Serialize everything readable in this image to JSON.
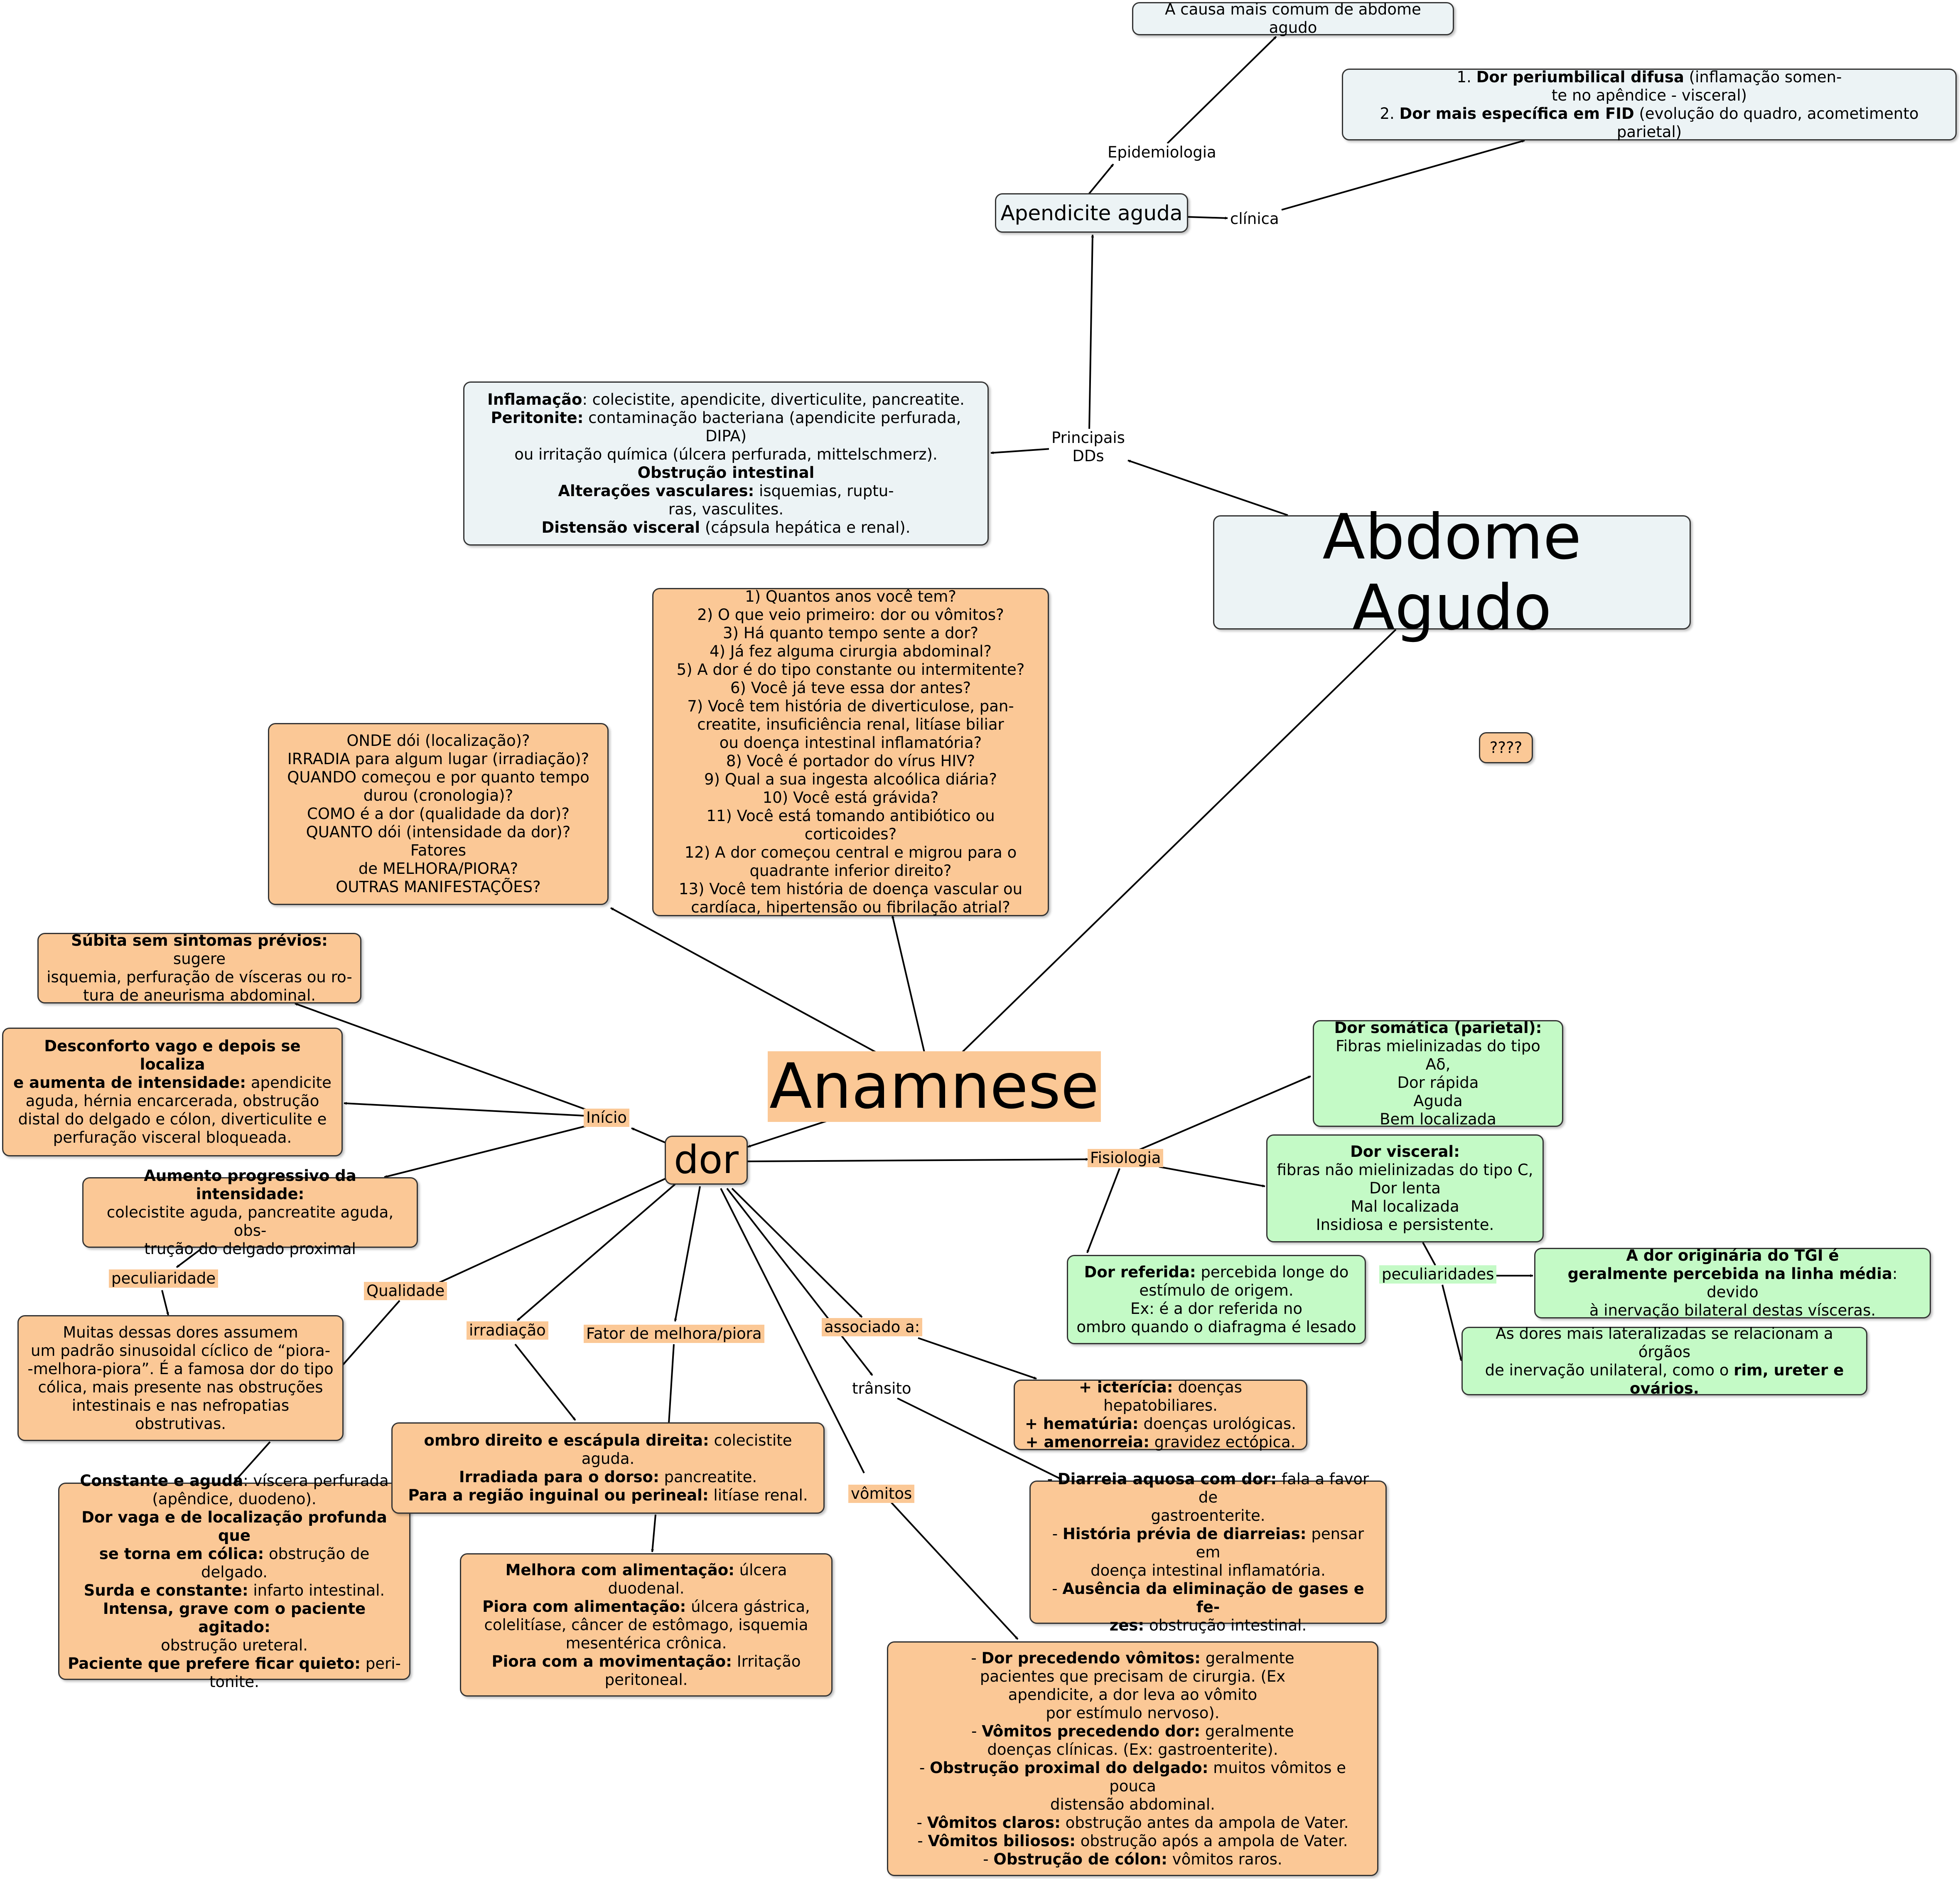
{
  "nodes": {
    "abdome": "Abdome Agudo",
    "anamnese": "Anamnese",
    "dor": "dor",
    "apendicite": "Apendicite aguda",
    "causa": "A causa mais comum de abdome agudo",
    "clinica_box": {
      "l1a": "1. ",
      "l1b": "Dor periumbilical difusa",
      "l1c": " (inflamação somen-",
      "l2": "te no apêndice - visceral)",
      "l3a": "2. ",
      "l3b": "Dor mais específica em FID",
      "l3c": " (evolução do quadro, acometimento parietal)"
    },
    "dds": {
      "l1b": "Inflamação",
      "l1c": ": colecistite, apendicite, diverticulite, pancreatite.",
      "l2b": "Peritonite:",
      "l2c": " contaminação bacteriana (apendicite perfurada, DIPA)",
      "l3": "ou irritação química (úlcera perfurada, mittelschmerz).",
      "l4b": "Obstrução intestinal",
      "l5b": "Alterações vasculares:",
      "l5c": " isquemias, ruptu-",
      "l6": "ras, vasculites.",
      "l7b": "Distensão visceral",
      "l7c": " (cápsula hepática e renal)."
    },
    "perguntas": [
      "1) Quantos anos você tem?",
      "2) O que veio primeiro: dor ou vômitos?",
      "3) Há quanto tempo sente a dor?",
      "4) Já fez alguma cirurgia abdominal?",
      "5) A dor é do tipo constante ou intermitente?",
      "6) Você já teve essa dor antes?",
      "7) Você tem história de diverticulose, pan-",
      "creatite, insuficiência renal, litíase biliar",
      "ou doença intestinal inflamatória?",
      "8) Você é portador do vírus HIV?",
      "9) Qual a sua ingesta alcoólica diária?",
      "10) Você está grávida?",
      "11) Você está tomando antibiótico ou corticoides?",
      "12) A dor começou central e migrou para o",
      "quadrante inferior direito?",
      "13) Você tem história de doença vascular ou",
      "cardíaca, hipertensão ou fibrilação atrial?"
    ],
    "onde": [
      "ONDE dói (localização)?",
      "IRRADIA para algum lugar (irradiação)?",
      "QUANDO começou e por quanto tempo",
      "durou (cronologia)?",
      "COMO é a dor (qualidade da dor)?",
      "QUANTO dói (intensidade da dor)? Fatores",
      "de MELHORA/PIORA?",
      "OUTRAS MANIFESTAÇÕES?"
    ],
    "subita": {
      "l1b": "Súbita sem sintomas prévios:",
      "l1c": " sugere",
      "l2": "isquemia, perfuração de vísceras ou ro-",
      "l3": "tura de aneurisma abdominal."
    },
    "desconforto": {
      "l1b": "Desconforto vago e depois se localiza",
      "l2b": "e aumenta de intensidade:",
      "l2c": " apendicite",
      "l3": "aguda, hérnia encarcerada, obstrução",
      "l4": "distal do delgado e cólon, diverticulite e",
      "l5": "perfuração visceral bloqueada."
    },
    "aumento": {
      "l1b": "Aumento progressivo da intensidade:",
      "l2": "colecistite aguda, pancreatite aguda, obs-",
      "l3": "trução do delgado proximal"
    },
    "muitas": [
      "Muitas dessas dores assumem",
      "um padrão sinusoidal cíclico de “piora-",
      "-melhora-piora”. É a famosa dor do tipo",
      "cólica, mais presente nas obstruções",
      "intestinais e nas nefropatias obstrutivas."
    ],
    "constante": {
      "l1b": "Constante e aguda",
      "l1c": ": víscera perfurada",
      "l2": "(apêndice, duodeno).",
      "l3b": "Dor vaga e de localização profunda que",
      "l4b": "se torna em cólica:",
      "l4c": " obstrução de delgado.",
      "l5b": "Surda e constante:",
      "l5c": " infarto intestinal.",
      "l6b": "Intensa, grave com o paciente agitado:",
      "l7": "obstrução ureteral.",
      "l8b": "Paciente que prefere ficar quieto:",
      "l8c": " peri-",
      "l9": "tonite."
    },
    "ombro": {
      "l1b": "ombro direito e escápula direita:",
      "l1c": " colecistite aguda.",
      "l2b": "Irradiada para o dorso:",
      "l2c": " pancreatite.",
      "l3b": "Para a região inguinal ou perineal:",
      "l3c": " litíase renal."
    },
    "melhora": {
      "l1b": "Melhora com alimentação:",
      "l1c": " úlcera duodenal.",
      "l2b": "Piora com alimentação:",
      "l2c": " úlcera gástrica,",
      "l3": "colelitíase, câncer de estômago, isquemia",
      "l4": "mesentérica crônica.",
      "l5b": "Piora com a movimentação:",
      "l5c": " Irritação",
      "l6": "peritoneal."
    },
    "ictericia": {
      "l1b": "+ icterícia:",
      "l1c": " doenças hepatobiliares.",
      "l2b": "+ hematúria:",
      "l2c": " doenças urológicas.",
      "l3b": "+ amenorreia:",
      "l3c": " gravidez ectópica."
    },
    "diarreia": {
      "l1a": "- ",
      "l1b": "Diarreia aquosa com dor:",
      "l1c": " fala a favor de",
      "l2": "gastroenterite.",
      "l3a": "- ",
      "l3b": "História prévia de diarreias:",
      "l3c": " pensar em",
      "l4": "doença intestinal inflamatória.",
      "l5a": "- ",
      "l5b": "Ausência da eliminação de gases e fe-",
      "l6b": "zes:",
      "l6c": " obstrução intestinal."
    },
    "vomitos_box": {
      "l1a": "- ",
      "l1b": "Dor precedendo vômitos:",
      "l1c": " geralmente",
      "l2": "pacientes que precisam de cirurgia. (Ex",
      "l3": "apendicite, a dor leva ao vômito",
      "l4": "por estímulo nervoso).",
      "l5a": "- ",
      "l5b": "Vômitos precedendo dor:",
      "l5c": " geralmente",
      "l6": "doenças clínicas. (Ex: gastroenterite).",
      "l7a": "- ",
      "l7b": "Obstrução proximal do delgado:",
      "l7c": " muitos vômitos e pouca",
      "l8": "distensão abdominal.",
      "l9a": "- ",
      "l9b": "Vômitos claros:",
      "l9c": " obstrução antes da ampola de Vater.",
      "l10a": "- ",
      "l10b": "Vômitos biliosos:",
      "l10c": " obstrução após a ampola de Vater.",
      "l11a": "- ",
      "l11b": "Obstrução de cólon:",
      "l11c": " vômitos raros."
    },
    "somatica": {
      "l1b": "Dor somática (parietal):",
      "l2": "Fibras mielinizadas do tipo Aδ,",
      "l3": "Dor rápida",
      "l4": "Aguda",
      "l5": "Bem localizada"
    },
    "visceral": {
      "l1b": "Dor visceral:",
      "l2": "fibras não mielinizadas do tipo C,",
      "l3": "Dor lenta",
      "l4": "Mal localizada",
      "l5": "Insidiosa e persistente."
    },
    "referida": {
      "l1b": "Dor referida:",
      "l1c": " percebida longe do",
      "l2": "estímulo de origem.",
      "l3": "Ex: é a dor referida no",
      "l4": "ombro quando o diafragma é lesado"
    },
    "tgi": {
      "l1b": "A dor originária do TGI é",
      "l2b": "geralmente percebida na linha média",
      "l2c": ": devido",
      "l3": "à inervação bilateral destas vísceras."
    },
    "lateralizadas": {
      "l1": "As dores mais lateralizadas se relacionam a órgãos",
      "l2a": "de inervação unilateral, como o ",
      "l2b": "rim, ureter e",
      "l3b": "ovários."
    },
    "interrogacao": "????"
  },
  "labels": {
    "epidemiologia": "Epidemiologia",
    "clinica": "clínica",
    "principais_dds": [
      "Principais",
      "DDs"
    ],
    "inicio": "Início",
    "peculiaridade": "peculiaridade",
    "qualidade": "Qualidade",
    "irradiacao": "irradiação",
    "fator": "Fator de melhora/piora",
    "associado": "associado a:",
    "transito": "trânsito",
    "vomitos": "vômitos",
    "fisiologia": "Fisiologia",
    "peculiaridades": "peculiaridades"
  },
  "colors": {
    "blue_node": "#ecf3f5",
    "orange_node": "#fbc896",
    "green_node": "#c4fac6",
    "line": "#000000"
  }
}
